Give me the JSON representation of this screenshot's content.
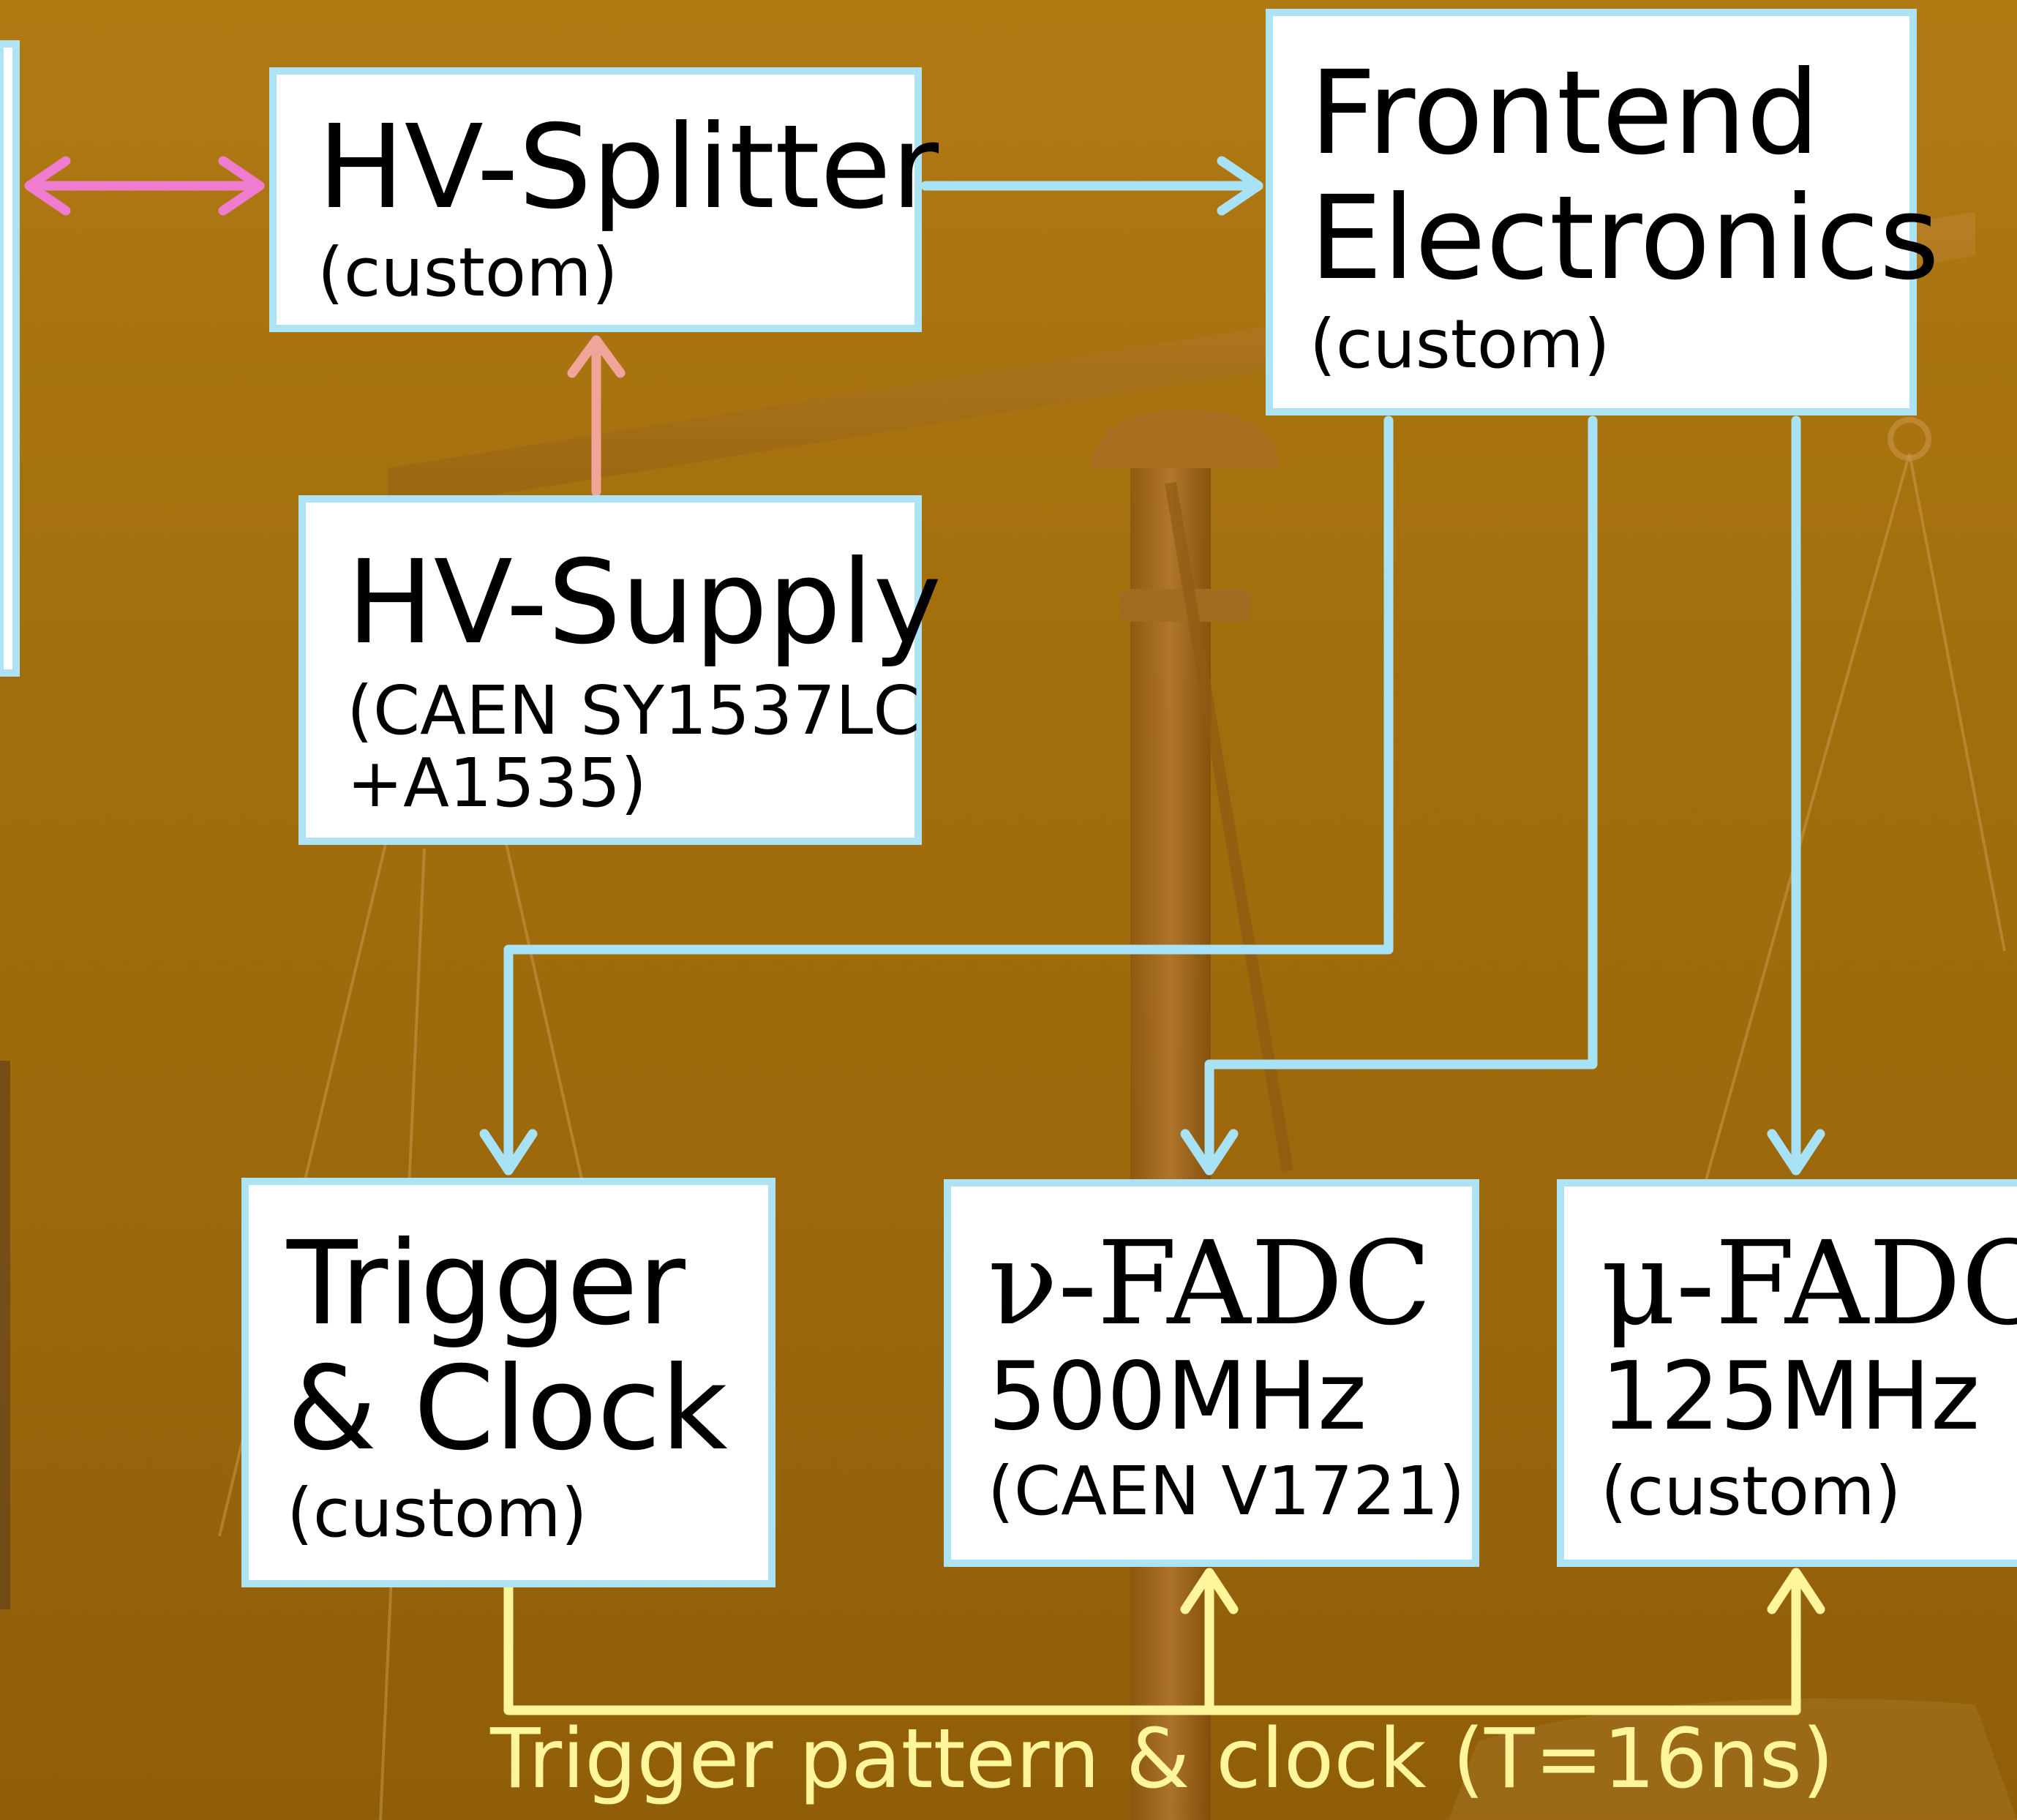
{
  "colors": {
    "box_border": "#aee3f5",
    "signal_arrow": "#a8e2f6",
    "hv_arrow": "#f0a49a",
    "link_arrow": "#f07ccf",
    "trigger_line": "#fff59b",
    "background": "#a36f0d"
  },
  "nodes": {
    "hv_splitter": {
      "title": "HV-Splitter",
      "subtitle": "(custom)"
    },
    "frontend": {
      "title_1": "Frontend",
      "title_2": "Electronics",
      "subtitle": "(custom)"
    },
    "hv_supply": {
      "title": "HV-Supply",
      "sub_1": "(CAEN SY1537LC",
      "sub_2": "+A1535)"
    },
    "trigger_clock": {
      "title_1": "Trigger",
      "title_2": "& Clock",
      "subtitle": "(custom)"
    },
    "nu_fadc": {
      "title": "ν-FADC",
      "rate": "500MHz",
      "subtitle": "(CAEN V1721)"
    },
    "mu_fadc": {
      "title": "μ-FADC",
      "rate": "125MHz",
      "subtitle": "(custom)"
    }
  },
  "edges": [
    {
      "from": "offscreen-left",
      "to": "hv_splitter",
      "style": "bidirectional"
    },
    {
      "from": "hv_splitter",
      "to": "frontend",
      "style": "signal"
    },
    {
      "from": "hv_supply",
      "to": "hv_splitter",
      "style": "hv"
    },
    {
      "from": "frontend",
      "to": "trigger_clock",
      "style": "signal"
    },
    {
      "from": "frontend",
      "to": "nu_fadc",
      "style": "signal"
    },
    {
      "from": "frontend",
      "to": "mu_fadc",
      "style": "signal"
    },
    {
      "from": "trigger_clock",
      "to": "nu_fadc",
      "style": "trigger"
    },
    {
      "from": "trigger_clock",
      "to": "mu_fadc",
      "style": "trigger"
    }
  ],
  "legend": {
    "trigger_bus_label": "Trigger pattern & clock (T=16ns)"
  }
}
